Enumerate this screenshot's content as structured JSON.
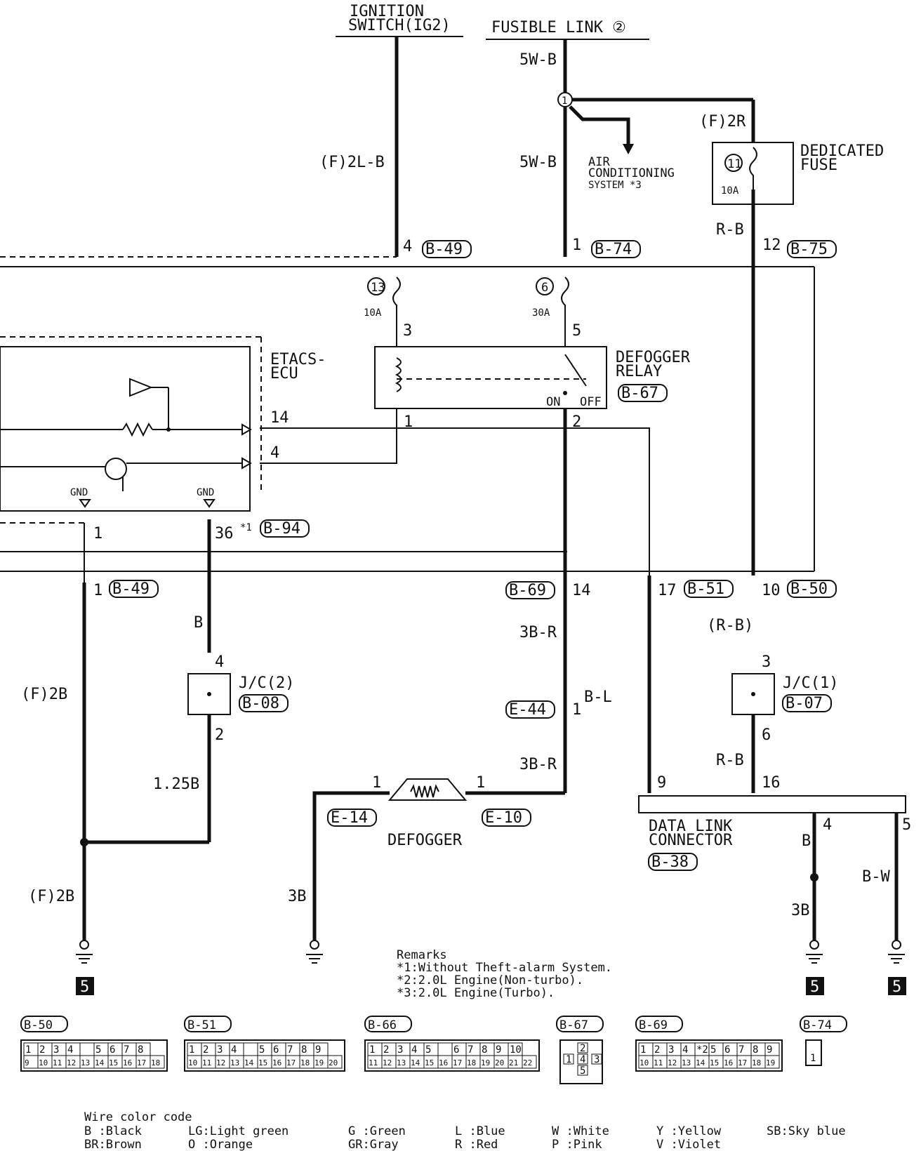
{
  "header": {
    "ignition_line1": "IGNITION",
    "ignition_line2": "SWITCH(IG2)",
    "fusible_link": "FUSIBLE LINK ②"
  },
  "wires": {
    "w_2lb": "(F)2L-B",
    "w_5wb_top": "5W-B",
    "w_5wb_mid": "5W-B",
    "w_2r": "(F)2R",
    "w_rb_top": "R-B",
    "w_b": "B",
    "w_2b_left": "(F)2B",
    "w_125b": "1.25B",
    "w_2b_bottom": "(F)2B",
    "w_3br_top": "3B-R",
    "w_3br_bottom": "3B-R",
    "w_bl": "B-L",
    "w_rb_paren": "(R-B)",
    "w_rb_bottom": "R-B",
    "w_3b_left": "3B",
    "w_b_right": "B",
    "w_3b_right": "3B",
    "w_bw": "B-W"
  },
  "components": {
    "ac_line1": "AIR",
    "ac_line2": "CONDITIONING",
    "ac_line3": "SYSTEM *3",
    "dedicated_fuse_1": "DEDICATED",
    "dedicated_fuse_2": "FUSE",
    "fuse11_num": "11",
    "fuse11_amp": "10A",
    "fuse13_num": "13",
    "fuse13_amp": "10A",
    "fuse6_num": "6",
    "fuse6_amp": "30A",
    "etacs_1": "ETACS-",
    "etacs_2": "ECU",
    "relay_1": "DEFOGGER",
    "relay_2": "RELAY",
    "relay_on": "ON",
    "relay_off": "OFF",
    "gnd1": "GND",
    "gnd2": "GND",
    "jc2": "J/C(2)",
    "jc1": "J/C(1)",
    "defogger": "DEFOGGER",
    "dlc_1": "DATA LINK",
    "dlc_2": "CONNECTOR",
    "ground_tag": "5"
  },
  "connectors": {
    "b49a": "B-49",
    "b74a": "B-74",
    "b75": "B-75",
    "b67a": "B-67",
    "b94": "B-94",
    "b49b": "B-49",
    "b69a": "B-69",
    "b51a": "B-51",
    "b50a": "B-50",
    "b08": "B-08",
    "b07": "B-07",
    "e44": "E-44",
    "e14": "E-14",
    "e10": "E-10",
    "b38": "B-38"
  },
  "pins": {
    "p4a": "4",
    "p1a": "1",
    "p12": "12",
    "p3": "3",
    "p5": "5",
    "p1b": "1",
    "p2": "2",
    "p14e": "14",
    "p4e": "4",
    "p1c": "1",
    "p36": "36",
    "star1": "*1",
    "p1d": "1",
    "p14f": "14",
    "p17": "17",
    "p10": "10",
    "p4j": "4",
    "p2j": "2",
    "p3j": "3",
    "p6j": "6",
    "p1e": "1",
    "p1f": "1",
    "p1g": "1",
    "p9": "9",
    "p16": "16",
    "p4d": "4",
    "p5d": "5"
  },
  "remarks": {
    "title": "Remarks",
    "r1": "*1:Without Theft-alarm System.",
    "r2": "*2:2.0L Engine(Non-turbo).",
    "r3": "*3:2.0L Engine(Turbo)."
  },
  "connector_faces": [
    {
      "id": "B-50",
      "row1": [
        "1",
        "2",
        "3",
        "4",
        "",
        "5",
        "6",
        "7",
        "8"
      ],
      "row2": [
        "9",
        "10",
        "11",
        "12",
        "13",
        "14",
        "15",
        "16",
        "17",
        "18"
      ]
    },
    {
      "id": "B-51",
      "row1": [
        "1",
        "2",
        "3",
        "4",
        "",
        "5",
        "6",
        "7",
        "8",
        "9"
      ],
      "row2": [
        "10",
        "11",
        "12",
        "13",
        "14",
        "15",
        "16",
        "17",
        "18",
        "19",
        "20"
      ]
    },
    {
      "id": "B-66",
      "row1": [
        "1",
        "2",
        "3",
        "4",
        "5",
        "",
        "6",
        "7",
        "8",
        "9",
        "10"
      ],
      "row2": [
        "11",
        "12",
        "13",
        "14",
        "15",
        "16",
        "17",
        "18",
        "19",
        "20",
        "21",
        "22"
      ]
    },
    {
      "id": "B-67",
      "pins": [
        "1",
        "2",
        "3",
        "4",
        "5"
      ]
    },
    {
      "id": "B-69",
      "row1": [
        "1",
        "2",
        "3",
        "4",
        "*2",
        "5",
        "6",
        "7",
        "8",
        "9"
      ],
      "row2": [
        "10",
        "11",
        "12",
        "13",
        "14",
        "15",
        "16",
        "17",
        "18",
        "19"
      ]
    },
    {
      "id": "B-74",
      "pins": [
        "1"
      ]
    }
  ],
  "color_code": {
    "title": "Wire color code",
    "entries": [
      [
        "B :Black",
        "BR:Brown"
      ],
      [
        "LG:Light green",
        "O :Orange"
      ],
      [
        "G :Green",
        "GR:Gray"
      ],
      [
        "L :Blue",
        "R :Red"
      ],
      [
        "W :White",
        "P :Pink"
      ],
      [
        "Y :Yellow",
        "V :Violet"
      ],
      [
        "SB:Sky blue",
        ""
      ]
    ]
  }
}
